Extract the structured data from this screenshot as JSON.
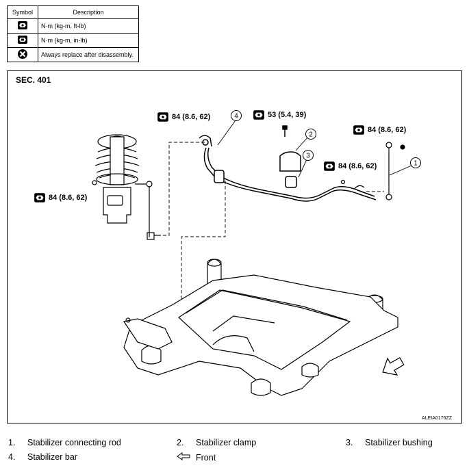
{
  "legend": {
    "header_symbol": "Symbol",
    "header_description": "Description",
    "rows": [
      {
        "icon": "torque-nm-icon",
        "description": "N·m (kg-m, ft-lb)"
      },
      {
        "icon": "torque-inlb-icon",
        "description": "N·m (kg-m, in-lb)"
      },
      {
        "icon": "replace-icon",
        "description": "Always replace after disassembly."
      }
    ]
  },
  "diagram": {
    "section": "SEC. 401",
    "image_code": "ALEIA0176ZZ",
    "torques": [
      {
        "value": "84 (8.6, 62)"
      },
      {
        "value": "53 (5.4, 39)"
      },
      {
        "value": "84 (8.6, 62)"
      },
      {
        "value": "84 (8.6, 62)"
      },
      {
        "value": "84 (8.6, 62)"
      }
    ],
    "callouts": [
      "1",
      "2",
      "3",
      "4"
    ]
  },
  "parts": [
    {
      "num": "1.",
      "name": "Stabilizer connecting rod"
    },
    {
      "num": "2.",
      "name": "Stabilizer clamp"
    },
    {
      "num": "3.",
      "name": "Stabilizer bushing"
    },
    {
      "num": "4.",
      "name": "Stabilizer bar"
    },
    {
      "num": "",
      "name": "Front",
      "icon": "front-arrow-icon"
    }
  ]
}
